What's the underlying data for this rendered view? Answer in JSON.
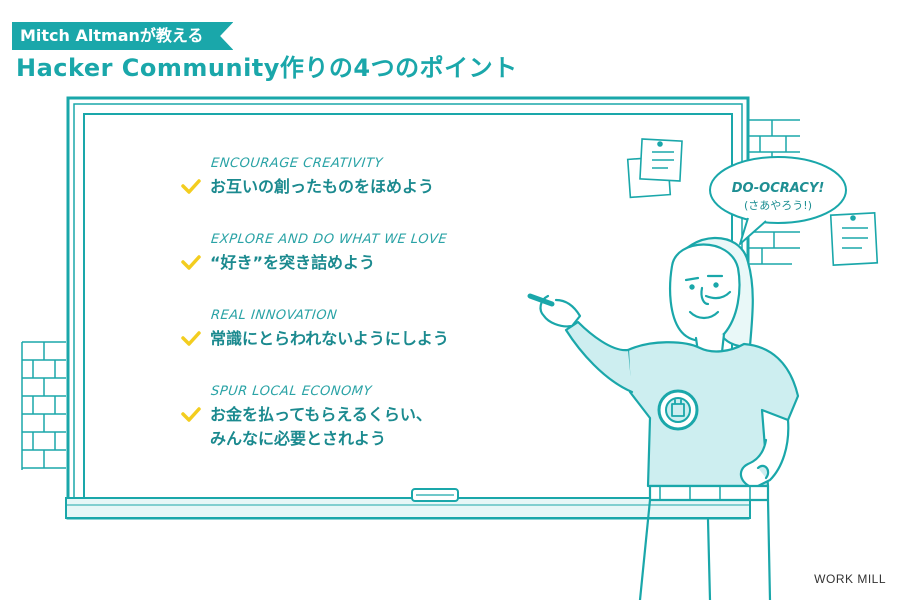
{
  "header": {
    "ribbon": "Mitch Altmanが教える",
    "title": "Hacker Community作りの4つのポイント"
  },
  "points": [
    {
      "en": "ENCOURAGE CREATIVITY",
      "lines": [
        "お互いの創ったものをほめよう"
      ]
    },
    {
      "en": "EXPLORE AND DO WHAT WE LOVE",
      "lines": [
        "“好き”を突き詰めよう"
      ]
    },
    {
      "en": "REAL INNOVATION",
      "lines": [
        "常識にとらわれないようにしよう"
      ]
    },
    {
      "en": "SPUR LOCAL ECONOMY",
      "lines": [
        "お金を払ってもらえるくらい、",
        "みんなに必要とされよう"
      ]
    }
  ],
  "bubble": {
    "main": "DO-OCRACY!",
    "sub": "(さあやろう!)"
  },
  "credit": "WORK MILL",
  "colors": {
    "teal": "#1aa7aa",
    "dark_teal": "#1b8a8f",
    "check": "#f3cd1f",
    "shirt": "#cdeef0"
  },
  "icons": [
    "check-icon",
    "sticky-note-icon",
    "speech-bubble-icon",
    "chalk-eraser-icon",
    "robot-logo-icon"
  ]
}
